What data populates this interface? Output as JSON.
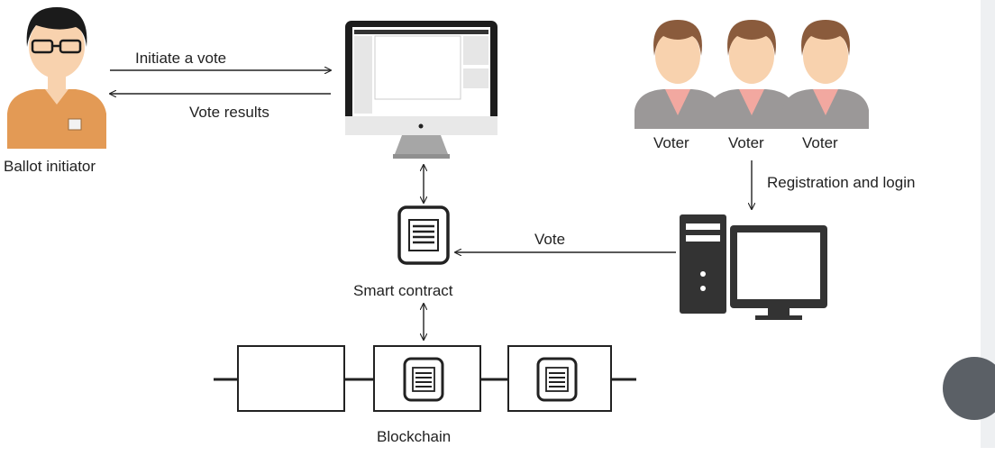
{
  "labels": {
    "ballot_initiator": "Ballot initiator",
    "initiate_vote": "Initiate a vote",
    "vote_results": "Vote results",
    "voters": [
      "Voter",
      "Voter",
      "Voter"
    ],
    "registration_login": "Registration and login",
    "vote": "Vote",
    "smart_contract": "Smart contract",
    "blockchain": "Blockchain"
  },
  "colors": {
    "line": "#222222",
    "initiator_shirt": "#e39a55",
    "skin": "#f8d2ae",
    "hair": "#1b1b1b",
    "voter_hair": "#8a5b3c",
    "voter_suit": "#9b9898",
    "voter_shirt": "#f2a8a0",
    "monitor_frame": "#1c1c1c",
    "monitor_stand": "#a6a6a6",
    "tower": "#333333",
    "side_panel": "#eef0f2"
  },
  "icons": [
    "ballot-initiator-icon",
    "admin-monitor-icon",
    "voter-icon",
    "voter-computer-icon",
    "smart-contract-document-icon",
    "blockchain-block-document-icon",
    "round-button"
  ]
}
